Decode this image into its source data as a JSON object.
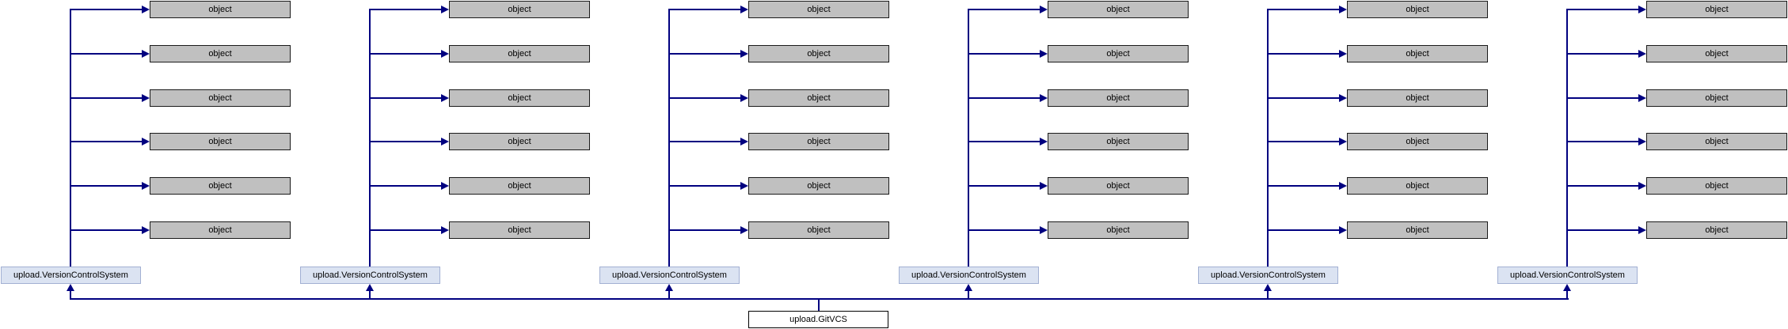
{
  "colors": {
    "edge": "#000080",
    "object_fill": "#c0c0c0",
    "object_border": "#1a1a1a",
    "class_fill": "#dbe3f2",
    "class_border": "#a2b0d3",
    "root_fill": "#ffffff",
    "root_border": "#000000",
    "background": "#ffffff"
  },
  "groups": [
    {
      "class_label": "upload.VersionControlSystem",
      "bases": [
        "object",
        "object",
        "object",
        "object",
        "object",
        "object"
      ]
    },
    {
      "class_label": "upload.VersionControlSystem",
      "bases": [
        "object",
        "object",
        "object",
        "object",
        "object",
        "object"
      ]
    },
    {
      "class_label": "upload.VersionControlSystem",
      "bases": [
        "object",
        "object",
        "object",
        "object",
        "object",
        "object"
      ]
    },
    {
      "class_label": "upload.VersionControlSystem",
      "bases": [
        "object",
        "object",
        "object",
        "object",
        "object",
        "object"
      ]
    },
    {
      "class_label": "upload.VersionControlSystem",
      "bases": [
        "object",
        "object",
        "object",
        "object",
        "object",
        "object"
      ]
    },
    {
      "class_label": "upload.VersionControlSystem",
      "bases": [
        "object",
        "object",
        "object",
        "object",
        "object",
        "object"
      ]
    }
  ],
  "root": {
    "label": "upload.GitVCS"
  }
}
